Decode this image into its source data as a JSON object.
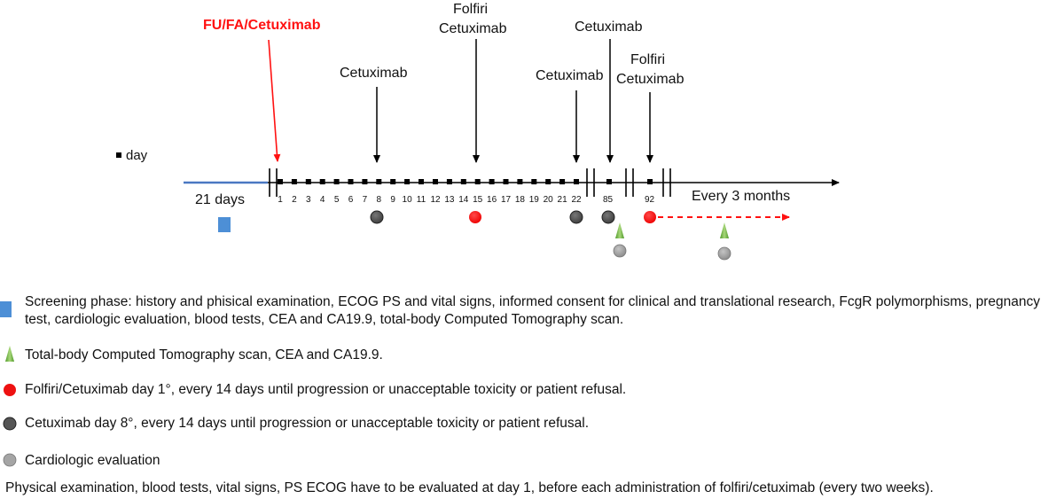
{
  "timeline": {
    "start_label": "FU/FA/Cetuximab",
    "screening_label": "21 days",
    "day_legend": "day",
    "day_numbers": [
      "1",
      "2",
      "3",
      "4",
      "5",
      "6",
      "7",
      "8",
      "9",
      "10",
      "11",
      "12",
      "13",
      "14",
      "15",
      "16",
      "17",
      "18",
      "19",
      "20",
      "21",
      "22"
    ],
    "day_85": "85",
    "day_92": "92",
    "followup_label": "Every 3 months",
    "arrows": [
      {
        "day": "8",
        "lines": [
          "Cetuximab"
        ]
      },
      {
        "day": "15",
        "lines": [
          "Folfiri",
          "Cetuximab"
        ]
      },
      {
        "day": "22",
        "lines": [
          "Cetuximab"
        ]
      },
      {
        "day": "85",
        "lines": [
          "Cetuximab"
        ]
      },
      {
        "day": "92",
        "lines": [
          "Folfiri",
          "Cetuximab"
        ]
      }
    ]
  },
  "legend": {
    "screening": "Screening phase: history and phisical examination, ECOG PS and vital signs, informed consent for clinical and translational research, FcgR polymorphisms, pregnancy test, cardiologic evaluation, blood tests, CEA and CA19.9, total-body Computed Tomography scan.",
    "ct_scan": "Total-body Computed Tomography scan, CEA and CA19.9.",
    "folfiri": "Folfiri/Cetuximab day 1°, every 14 days until progression or unacceptable toxicity or patient refusal.",
    "cetuximab": "Cetuximab day 8°, every 14 days until progression or unacceptable toxicity or patient refusal.",
    "cardio": "Cardiologic evaluation"
  },
  "footnote": "Physical examination, blood tests, vital signs, PS ECOG have to be evaluated at day 1, before each administration of folfiri/cetuximab (every two weeks).",
  "colors": {
    "red": "#ff1111",
    "blue_line": "#4a78c2",
    "blue_square": "#4d8fd6",
    "dark_circle": "#555555",
    "grey_circle": "#9a9a9a",
    "green": "#7bbf45"
  }
}
